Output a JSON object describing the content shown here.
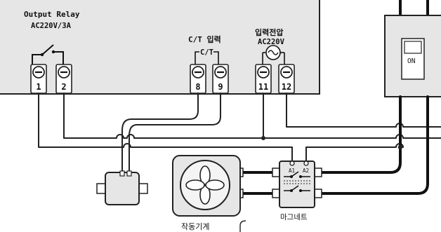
{
  "controller": {
    "relay_title": "Output Relay",
    "relay_rating": "AC220V/3A",
    "ct_title": "C/T 입력",
    "ct_label": "C/T",
    "power_title": "입력전압",
    "power_rating": "AC220V"
  },
  "terminals": [
    "1",
    "2",
    "8",
    "9",
    "11",
    "12"
  ],
  "breaker": {
    "state_label": "ON"
  },
  "contactor": {
    "coil_a1": "A1",
    "coil_a2": "A2",
    "label": "마그네트"
  },
  "machine": {
    "label": "작동기계"
  },
  "colors": {
    "panel": "#e6e6e6",
    "outline": "#222222",
    "terminal_face": "#ffffff",
    "background": "#ffffff"
  }
}
